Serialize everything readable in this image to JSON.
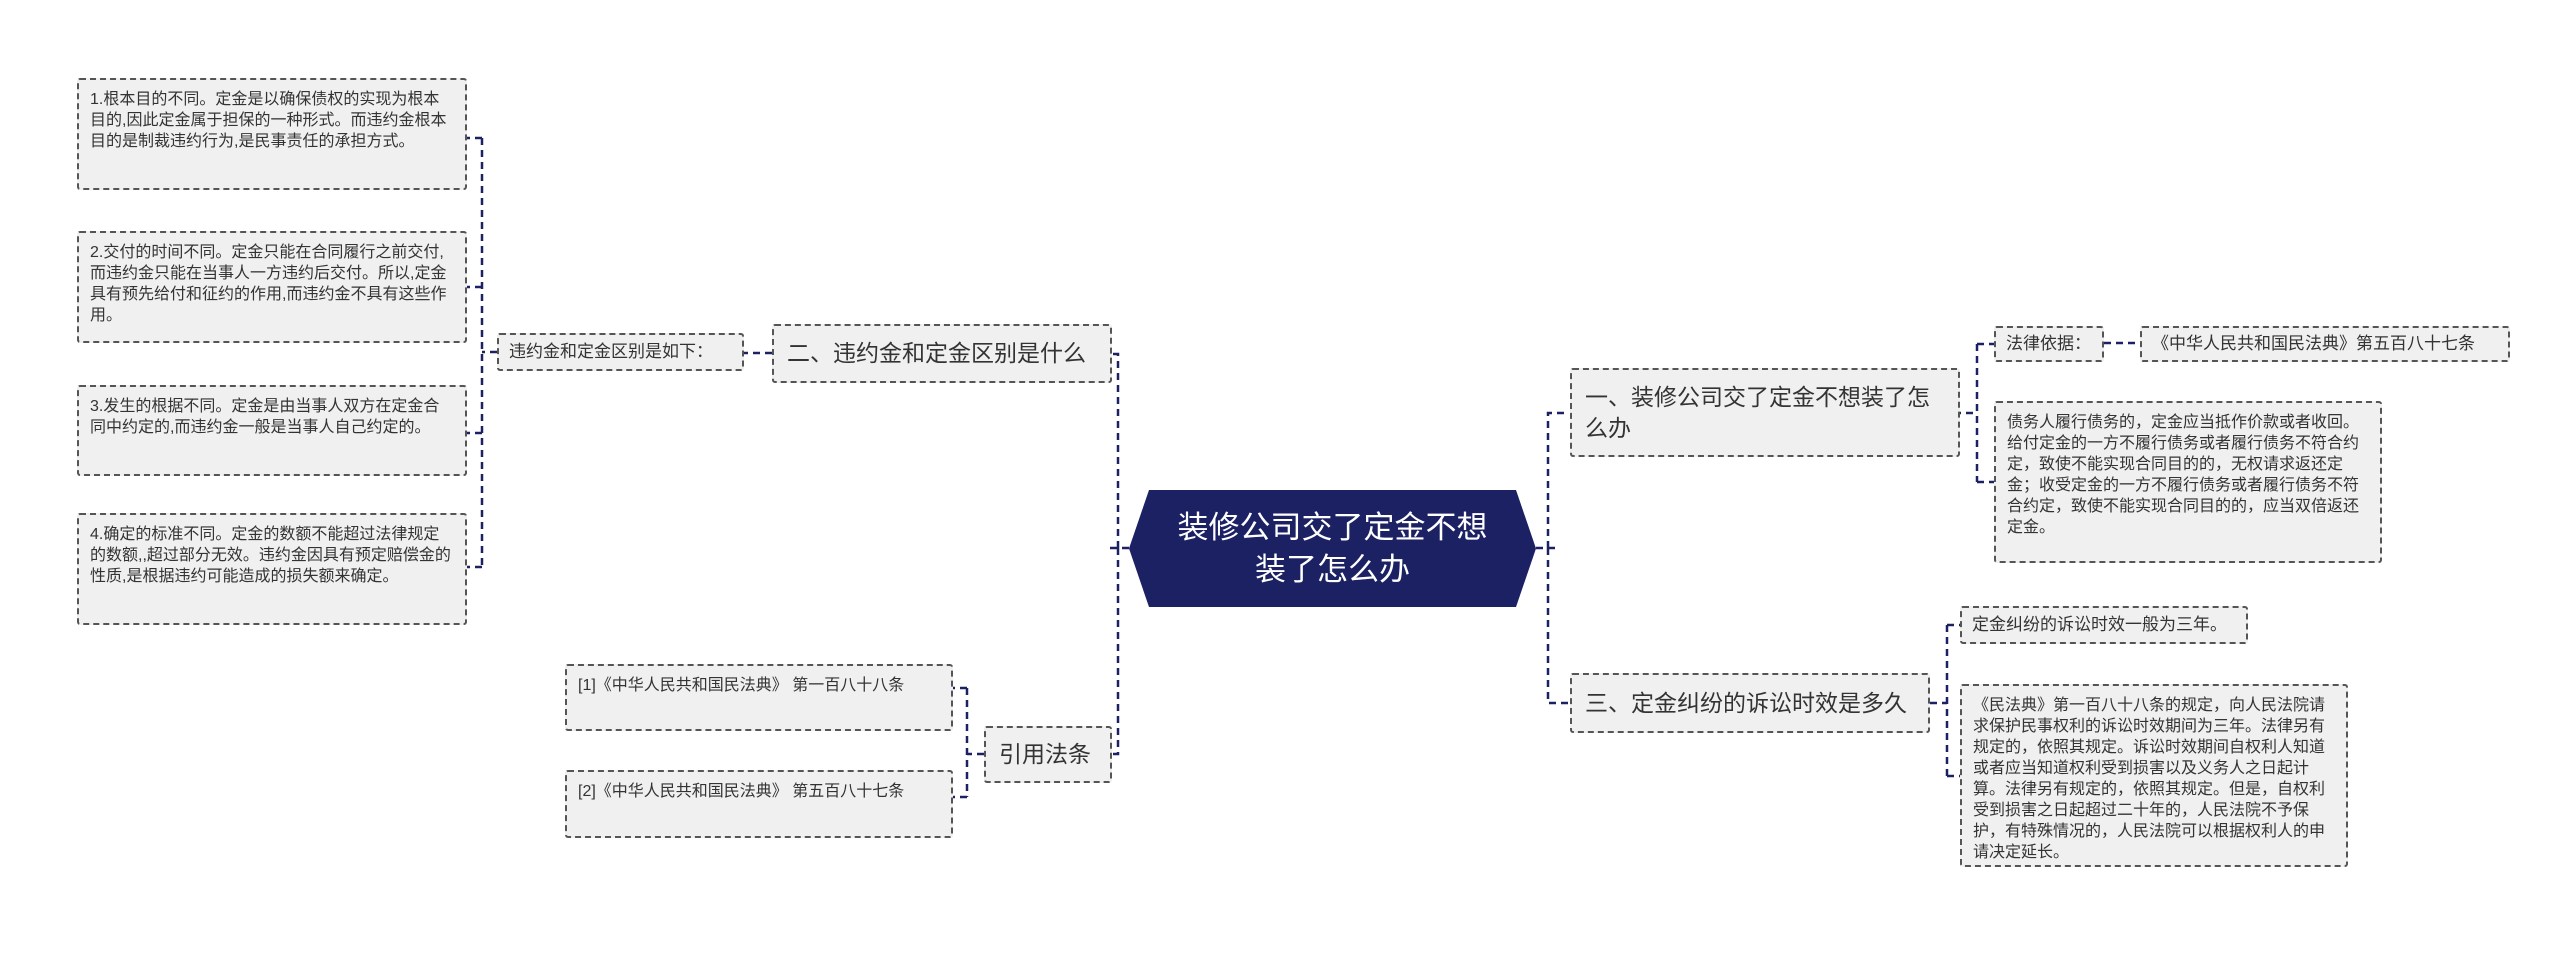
{
  "root": {
    "title": "装修公司交了定金不想装了怎么办"
  },
  "branch_one": {
    "title": "一、装修公司交了定金不想装了怎么办",
    "basis_label": "法律依据：",
    "basis_ref": "《中华人民共和国民法典》第五百八十七条",
    "basis_text": "债务人履行债务的，定金应当抵作价款或者收回。给付定金的一方不履行债务或者履行债务不符合约定，致使不能实现合同目的的，无权请求返还定金；收受定金的一方不履行债务或者履行债务不符合约定，致使不能实现合同目的的，应当双倍返还定金。"
  },
  "branch_two": {
    "title": "二、违约金和定金区别是什么",
    "intro": "违约金和定金区别是如下：",
    "points": [
      "1.根本目的不同。定金是以确保债权的实现为根本目的,因此定金属于担保的一种形式。而违约金根本目的是制裁违约行为,是民事责任的承担方式。",
      "2.交付的时间不同。定金只能在合同履行之前交付,而违约金只能在当事人一方违约后交付。所以,定金具有预先给付和征约的作用,而违约金不具有这些作用。",
      "3.发生的根据不同。定金是由当事人双方在定金合同中约定的,而违约金一般是当事人自己约定的。",
      "4.确定的标准不同。定金的数额不能超过法律规定的数额,,超过部分无效。违约金因具有预定赔偿金的性质,是根据违约可能造成的损失额来确定。"
    ]
  },
  "branch_three": {
    "title": "三、定金纠纷的诉讼时效是多久",
    "summary": "定金纠纷的诉讼时效一般为三年。",
    "detail": "《民法典》第一百八十八条的规定，向人民法院请求保护民事权利的诉讼时效期间为三年。法律另有规定的，依照其规定。诉讼时效期间自权利人知道或者应当知道权利受到损害以及义务人之日起计算。法律另有规定的，依照其规定。但是，自权利受到损害之日起超过二十年的，人民法院不予保护，有特殊情况的，人民法院可以根据权利人的申请决定延长。"
  },
  "citations": {
    "title": "引用法条",
    "items": [
      "[1]《中华人民共和国民法典》 第一百八十八条",
      "[2]《中华人民共和国民法典》 第五百八十七条"
    ]
  },
  "colors": {
    "root_fill": "#1c2164",
    "node_fill": "#f0f0f0",
    "connector": "#1c2164",
    "node_border": "#555555"
  }
}
